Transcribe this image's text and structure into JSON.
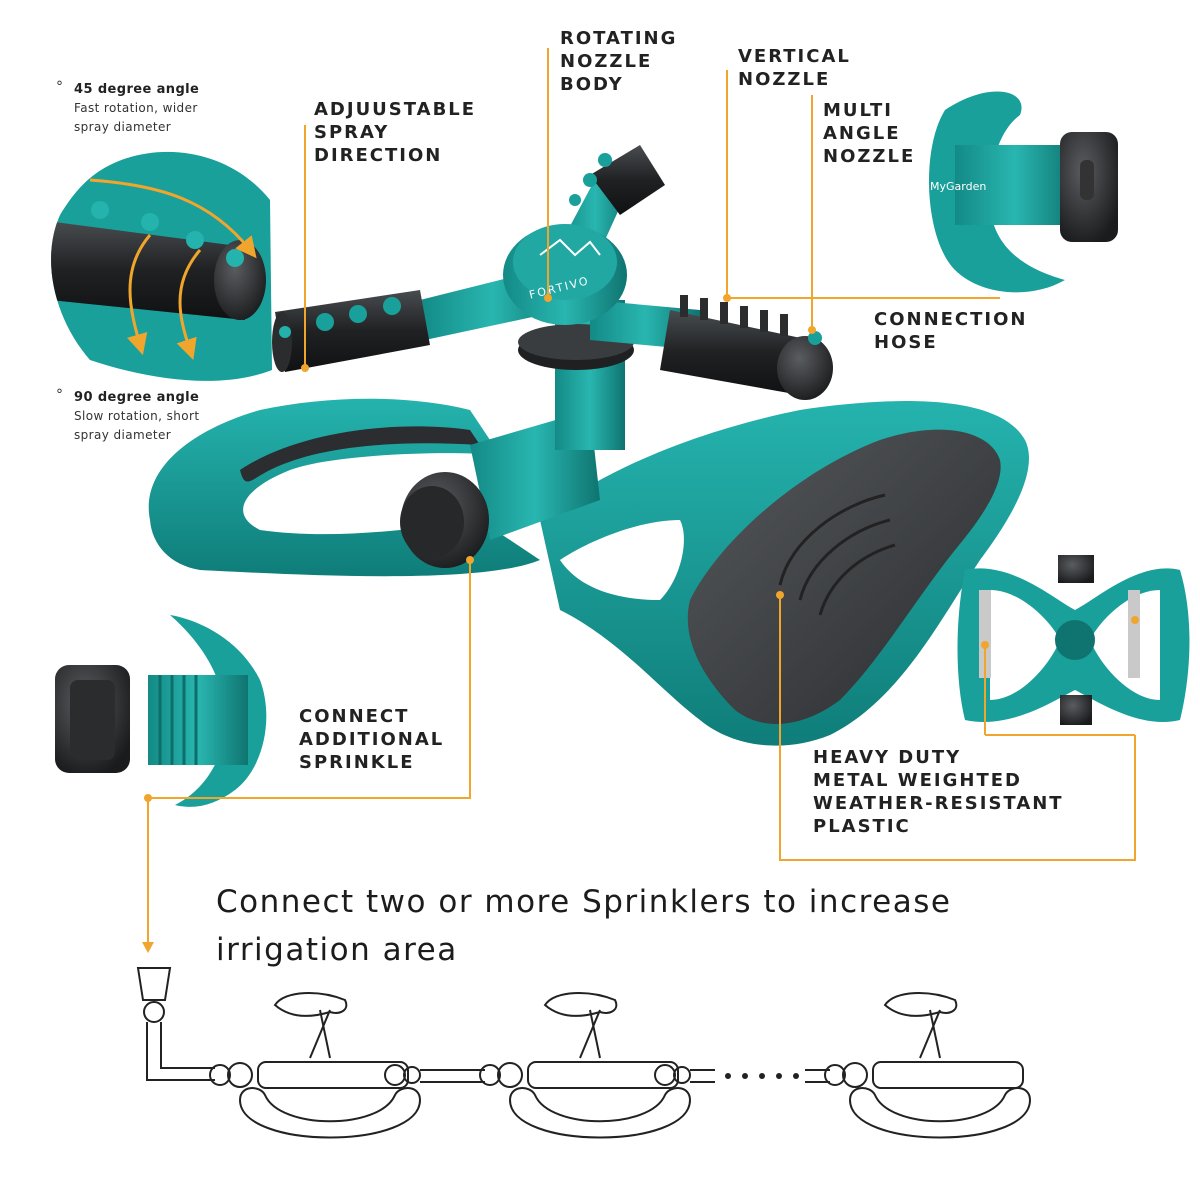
{
  "brand": {
    "logo_text": "FORTIVO",
    "hose_brand": "MyGarden"
  },
  "callouts": {
    "adjustable": [
      "ADJUUSTABLE",
      "SPRAY",
      "DIRECTION"
    ],
    "rotating": [
      "ROTATING",
      "NOZZLE",
      "BODY"
    ],
    "vertical": [
      "VERTICAL",
      "NOZZLE"
    ],
    "multi": [
      "MULTI",
      "ANGLE",
      "NOZZLE"
    ],
    "connection": [
      "CONNECTION",
      "HOSE"
    ],
    "connect_additional": [
      "CONNECT",
      "ADDITIONAL",
      "SPRINKLE"
    ],
    "heavy_duty": [
      "HEAVY DUTY",
      "METAL WEIGHTED",
      "WEATHER-RESISTANT",
      "PLASTIC"
    ]
  },
  "angle_notes": {
    "deg45": {
      "title": "45 degree angle",
      "lines": [
        "Fast rotation, wider",
        "spray diameter"
      ]
    },
    "deg90": {
      "title": "90 degree angle",
      "lines": [
        "Slow rotation, short",
        "spray diameter"
      ]
    }
  },
  "headline": "Connect two or more Sprinklers to increase irrigation area",
  "colors": {
    "teal": "#1a9e9a",
    "teal_dark": "#0f7470",
    "black": "#1e2022",
    "gray": "#3d4043",
    "orange": "#f0a52c",
    "text": "#222222"
  }
}
